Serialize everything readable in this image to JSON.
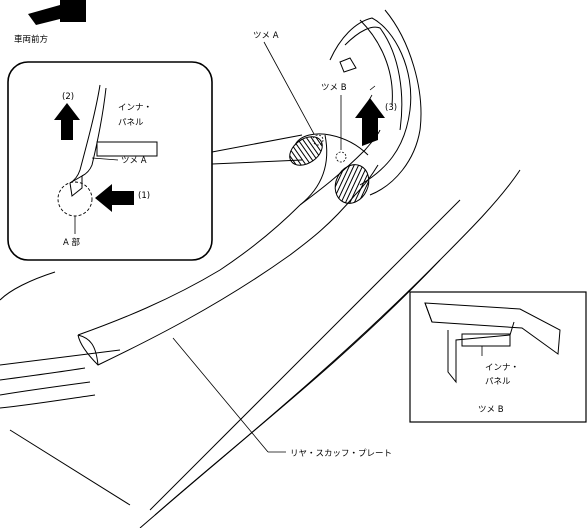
{
  "labels": {
    "forward": "車両前方",
    "claw_a_top": "ツメ A",
    "claw_b": "ツメ B",
    "step3": "(3)",
    "step2": "(2)",
    "step1": "(1)",
    "inner_panel_1": "インナ・",
    "inner_panel_2": "パネル",
    "claw_a_inset": "ツメ A",
    "part_a": "A 部",
    "rear_scuff_plate": "リヤ・スカッフ・プレート",
    "inset_inner_panel_1": "インナ・",
    "inset_inner_panel_2": "パネル",
    "inset_claw_b": "ツメ B"
  },
  "colors": {
    "ink": "#000000",
    "background": "#ffffff"
  }
}
